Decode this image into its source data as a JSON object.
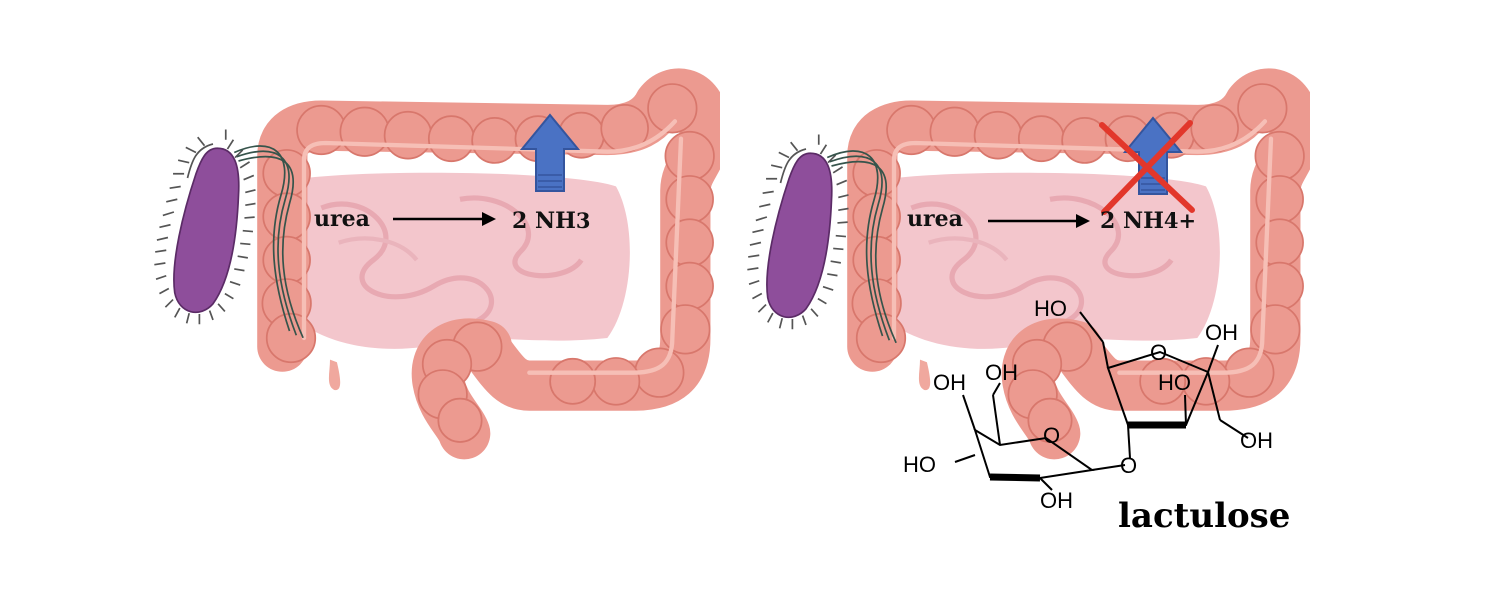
{
  "colors": {
    "colon": "#ec9a90",
    "colon_dark": "#d8776c",
    "colon_highlight": "#f6bfb6",
    "small_intestine": "#f3c6cc",
    "bacterium": "#8e4e9b",
    "arrow_up": "#4a72c4",
    "cross": "#e2372b"
  },
  "left_panel": {
    "reactant": "urea",
    "product": "2 NH3",
    "product_main": "2 NH",
    "product_sub": "3",
    "up_arrow_icon": "up-arrow-icon"
  },
  "right_panel": {
    "reactant": "urea",
    "product": "2 NH4+",
    "product_main": "2 NH",
    "product_sub": "4+",
    "blocked_arrow_icon": "up-arrow-icon",
    "cross_icon": "red-x-icon"
  },
  "structure": {
    "name": "lactulose",
    "labels": {
      "ho_top": "HO",
      "oh_top_right": "OH",
      "o_ring_fructose": "O",
      "ho_inner": "HO",
      "oh_right": "OH",
      "o_glycosidic": "O",
      "o_ring_galactose": "O",
      "oh_gal_1": "OH",
      "oh_gal_2": "OH",
      "ho_gal_left": "HO",
      "oh_gal_bottom": "OH"
    }
  }
}
